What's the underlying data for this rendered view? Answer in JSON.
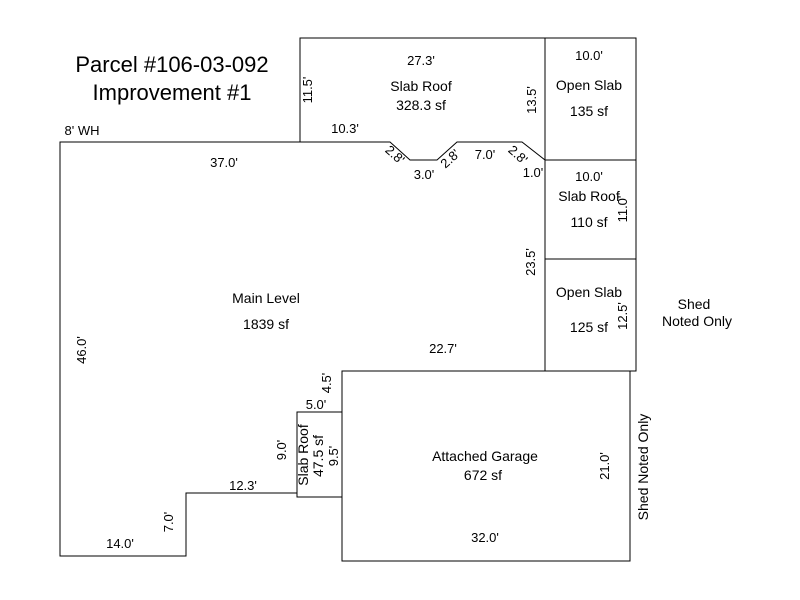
{
  "title": {
    "line1": "Parcel #106-03-092",
    "line2": "Improvement #1"
  },
  "areas": {
    "slab_roof_top": {
      "name": "Slab Roof",
      "area": "328.3 sf"
    },
    "open_slab_top": {
      "name": "Open Slab",
      "area": "135 sf"
    },
    "slab_roof_right": {
      "name": "Slab Roof",
      "area": "110 sf"
    },
    "open_slab_bottom": {
      "name": "Open Slab",
      "area": "125 sf"
    },
    "main_level": {
      "name": "Main Level",
      "area": "1839 sf"
    },
    "attached_garage": {
      "name": "Attached Garage",
      "area": "672 sf"
    },
    "slab_roof_small": {
      "name": "Slab Roof",
      "area": "47.5 sf"
    }
  },
  "notes": {
    "shed_line1": "Shed",
    "shed_line2": "Noted Only",
    "shed_vertical": "Shed Noted Only",
    "wh": "8' WH"
  },
  "dimensions": {
    "d_27_3": "27.3'",
    "d_10_0_a": "10.0'",
    "d_11_5": "11.5'",
    "d_13_5": "13.5'",
    "d_10_3": "10.3'",
    "d_37_0": "37.0'",
    "d_2_8_a": "2.8'",
    "d_3_0": "3.0'",
    "d_2_8_b": "2.8'",
    "d_7_0_a": "7.0'",
    "d_2_8_c": "2.8'",
    "d_1_0": "1.0'",
    "d_10_0_b": "10.0'",
    "d_11_0": "11.0'",
    "d_23_5": "23.5'",
    "d_12_5": "12.5'",
    "d_22_7": "22.7'",
    "d_46_0": "46.0'",
    "d_4_5": "4.5'",
    "d_5_0": "5.0'",
    "d_9_0": "9.0'",
    "d_9_5": "9.5'",
    "d_21_0": "21.0'",
    "d_12_3": "12.3'",
    "d_7_0_b": "7.0'",
    "d_14_0": "14.0'",
    "d_32_0": "32.0'"
  }
}
